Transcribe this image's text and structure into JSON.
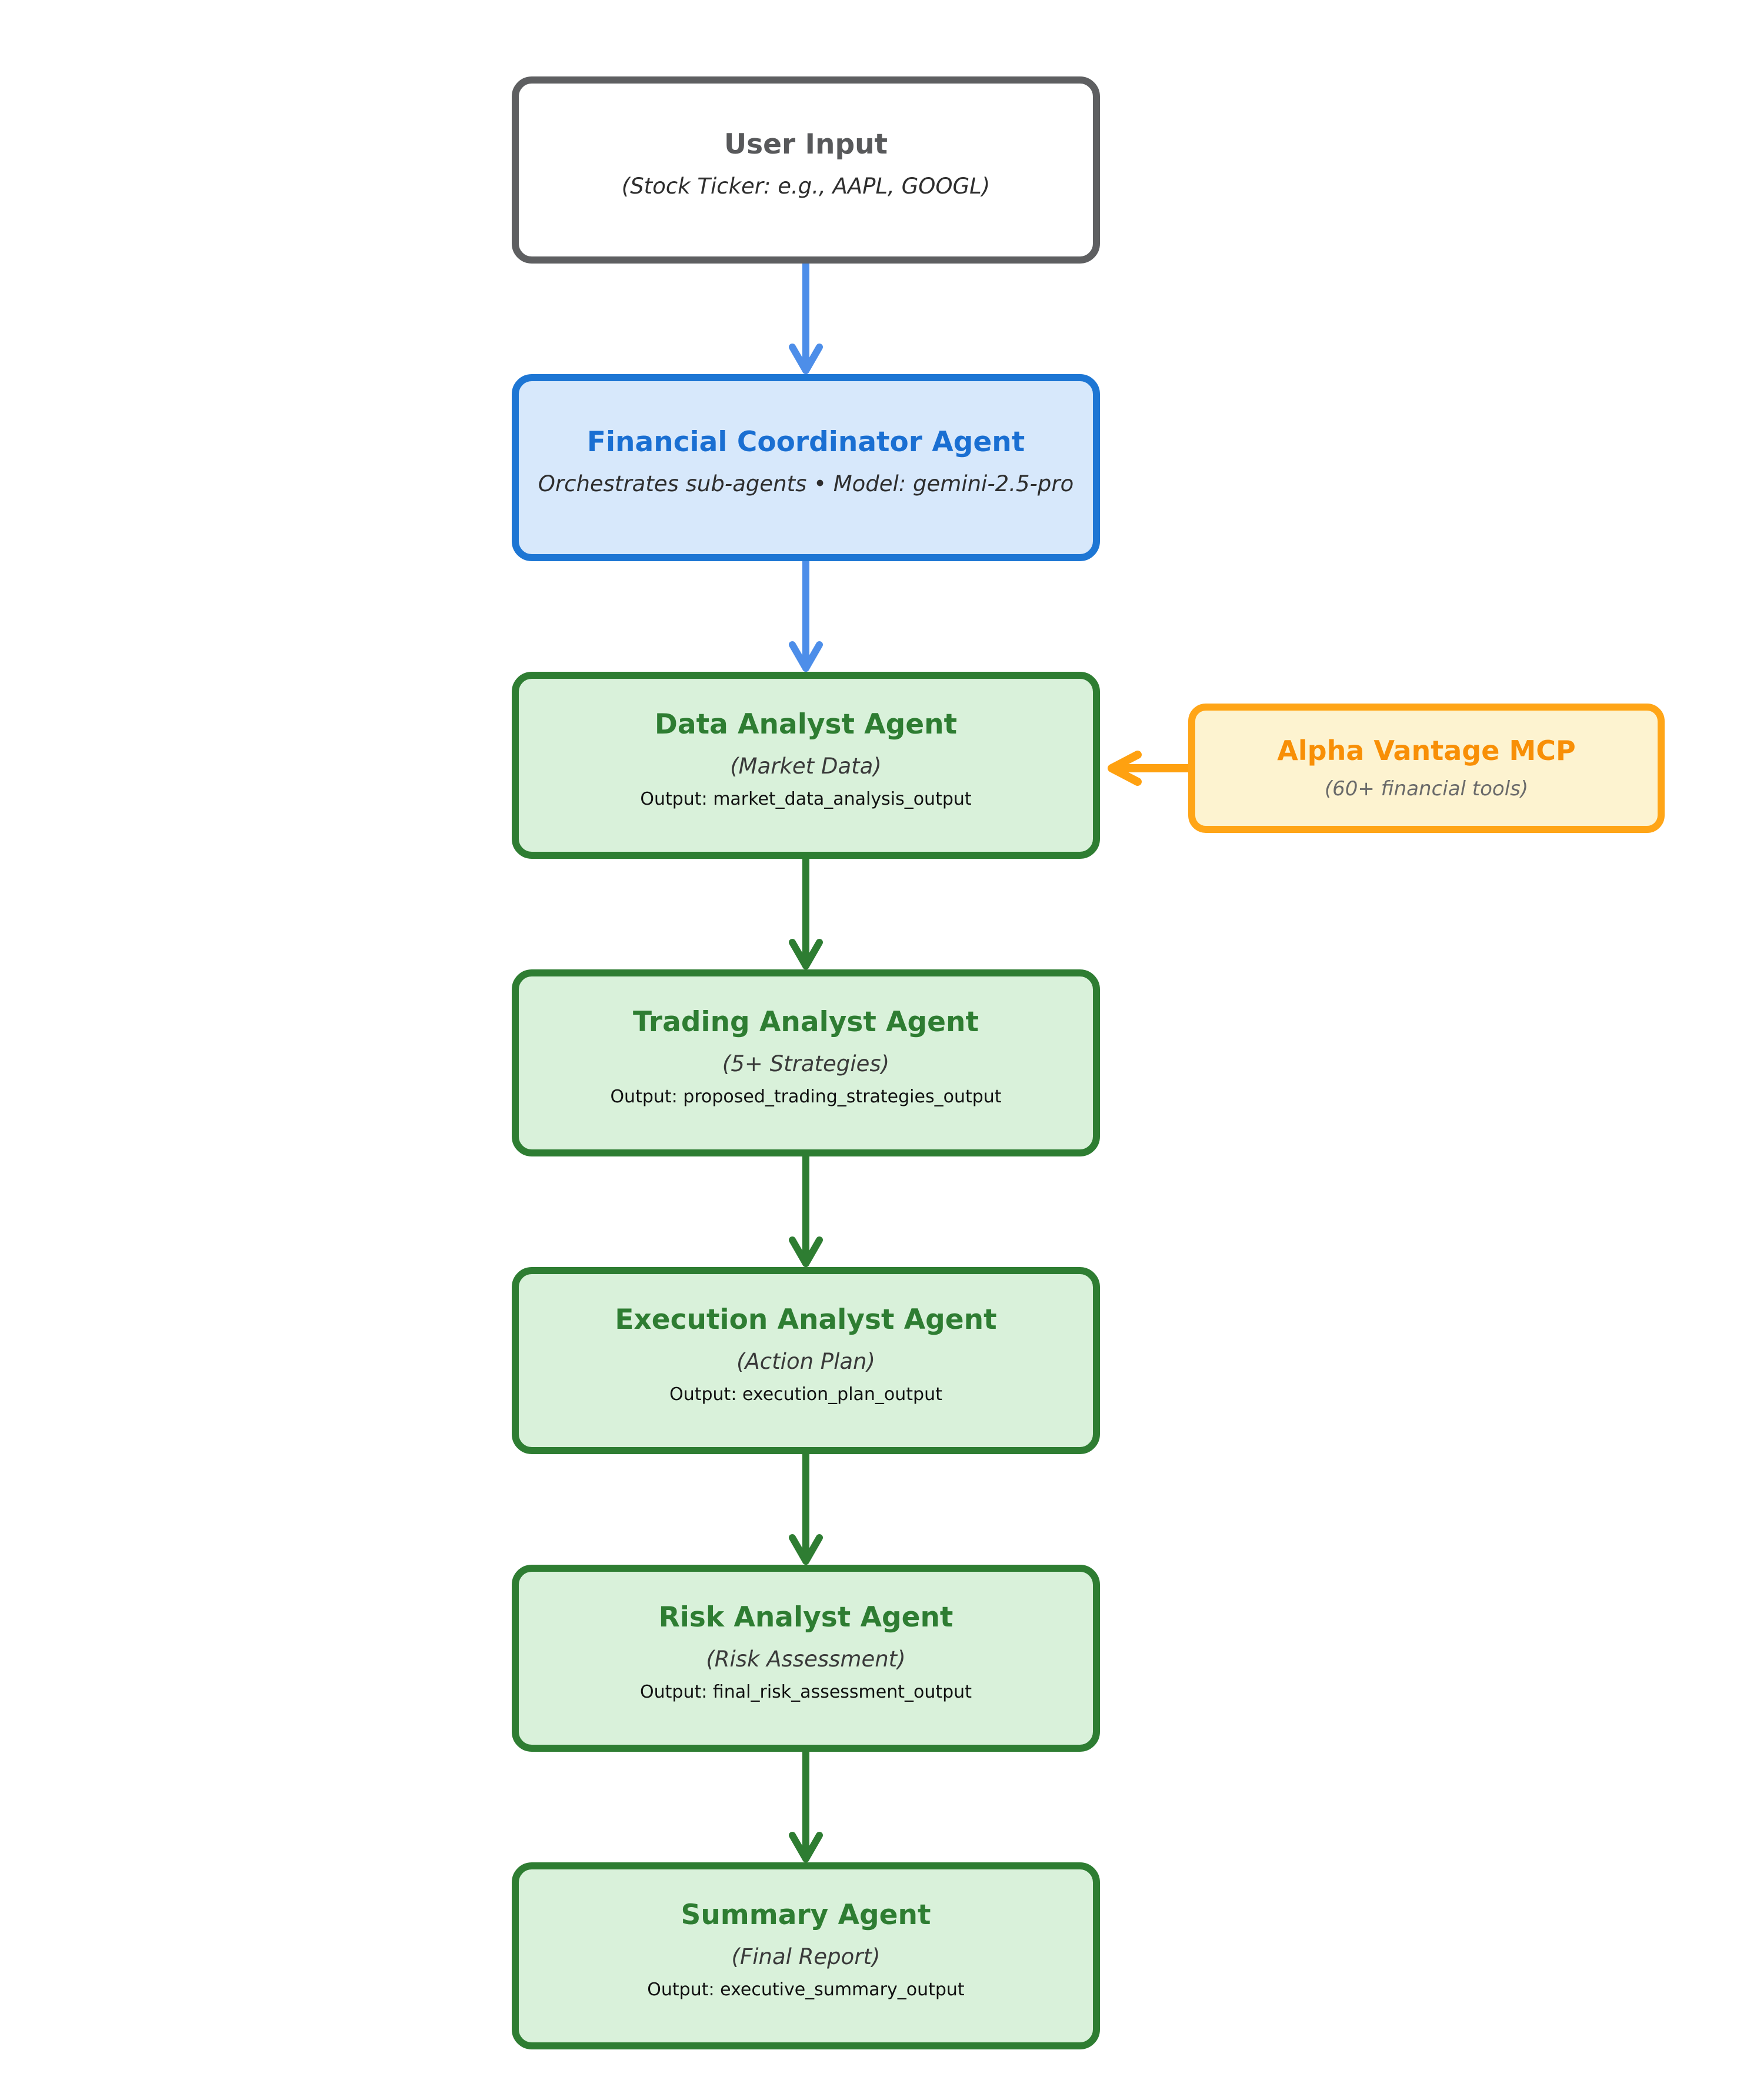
{
  "diagram": {
    "description_domain": "agent pipeline flowchart",
    "colors": {
      "gray_border": "#5e5f61",
      "gray_title": "#58595b",
      "blue_border": "#1d76d4",
      "blue_fill": "#d7e8fb",
      "blue_title": "#1a6fd2",
      "blue_arrow": "#4d8ee9",
      "green_border": "#2e7d32",
      "green_fill": "#d9f1da",
      "green_title": "#2e7d32",
      "green_arrow": "#2e7d32",
      "orange_border": "#ffa517",
      "orange_fill": "#fdf3d0",
      "orange_title": "#f88f06",
      "orange_arrow": "#ffa110"
    },
    "nodes": {
      "user_input": {
        "title": "User Input",
        "subtitle": "(Stock Ticker: e.g., AAPL, GOOGL)"
      },
      "coordinator": {
        "title": "Financial Coordinator Agent",
        "subtitle": "Orchestrates sub-agents • Model: gemini-2.5-pro"
      },
      "data_analyst": {
        "title": "Data Analyst Agent",
        "subtitle": "(Market Data)",
        "output": "Output: market_data_analysis_output"
      },
      "alpha_vantage": {
        "title": "Alpha Vantage MCP",
        "subtitle": "(60+ financial tools)"
      },
      "trading_analyst": {
        "title": "Trading Analyst Agent",
        "subtitle": "(5+ Strategies)",
        "output": "Output: proposed_trading_strategies_output"
      },
      "execution_analyst": {
        "title": "Execution Analyst Agent",
        "subtitle": "(Action Plan)",
        "output": "Output: execution_plan_output"
      },
      "risk_analyst": {
        "title": "Risk Analyst Agent",
        "subtitle": "(Risk Assessment)",
        "output": "Output: final_risk_assessment_output"
      },
      "summary_agent": {
        "title": "Summary Agent",
        "subtitle": "(Final Report)",
        "output": "Output: executive_summary_output"
      }
    }
  }
}
